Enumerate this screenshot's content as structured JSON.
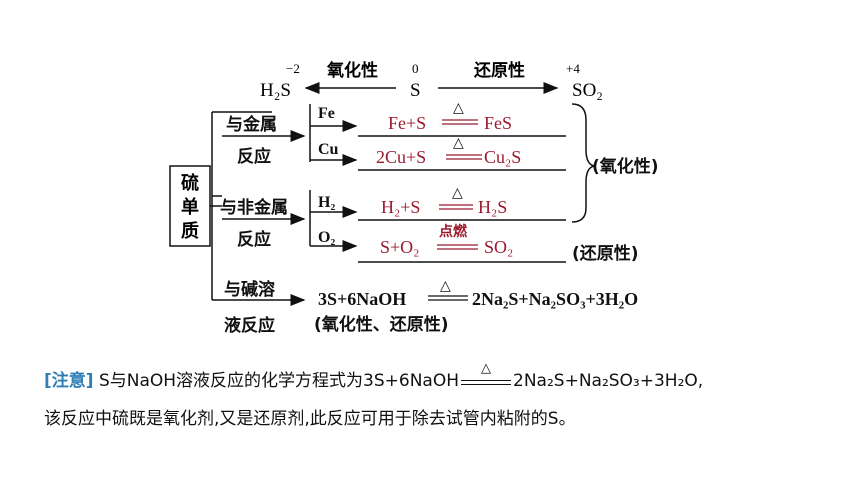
{
  "valence": {
    "left_species": "H₂S",
    "left_charge": "−2",
    "mid_species": "S",
    "mid_charge": "0",
    "right_species": "SO₂",
    "right_charge": "+4",
    "oxidation_label": "氧化性",
    "reduction_label": "还原性"
  },
  "root": "硫单质",
  "branches": {
    "metal_a": "与金属",
    "metal_b": "反应",
    "nonmetal_a": "与非金属",
    "nonmetal_b": "反应",
    "alkali_a": "与碱溶",
    "alkali_b": "液反应"
  },
  "reactants": {
    "fe": "Fe",
    "cu": "Cu",
    "h2": "H₂",
    "o2": "O₂"
  },
  "equations": {
    "fe_left": "Fe+S",
    "fe_right": "FeS",
    "fe_cond": "△",
    "cu_left": "2Cu+S",
    "cu_right": "Cu₂S",
    "cu_cond": "△",
    "h2_left": "H₂+S",
    "h2_right": "H₂S",
    "h2_cond": "△",
    "o2_left": "S+O₂",
    "o2_right": "SO₂",
    "o2_cond": "点燃",
    "naoh_left": "3S+6NaOH",
    "naoh_right": "2Na₂S+Na₂SO₃+3H₂O",
    "naoh_cond": "△"
  },
  "properties": {
    "oxidizing": "(氧化性)",
    "reducing": "(还原性)",
    "both": "(氧化性、还原性)"
  },
  "note": {
    "tag": "[注意]",
    "text1": "S与NaOH溶液反应的化学方程式为3S+6NaOH",
    "cond": "△",
    "text2": "2Na₂S+Na₂SO₃+3H₂O,",
    "text3": "该反应中硫既是氧化剂,又是还原剂,此反应可用于除去试管内粘附的S。"
  },
  "colors": {
    "equation": "#9b1a2e",
    "note_tag": "#2f7fb7",
    "ink": "#111111"
  }
}
